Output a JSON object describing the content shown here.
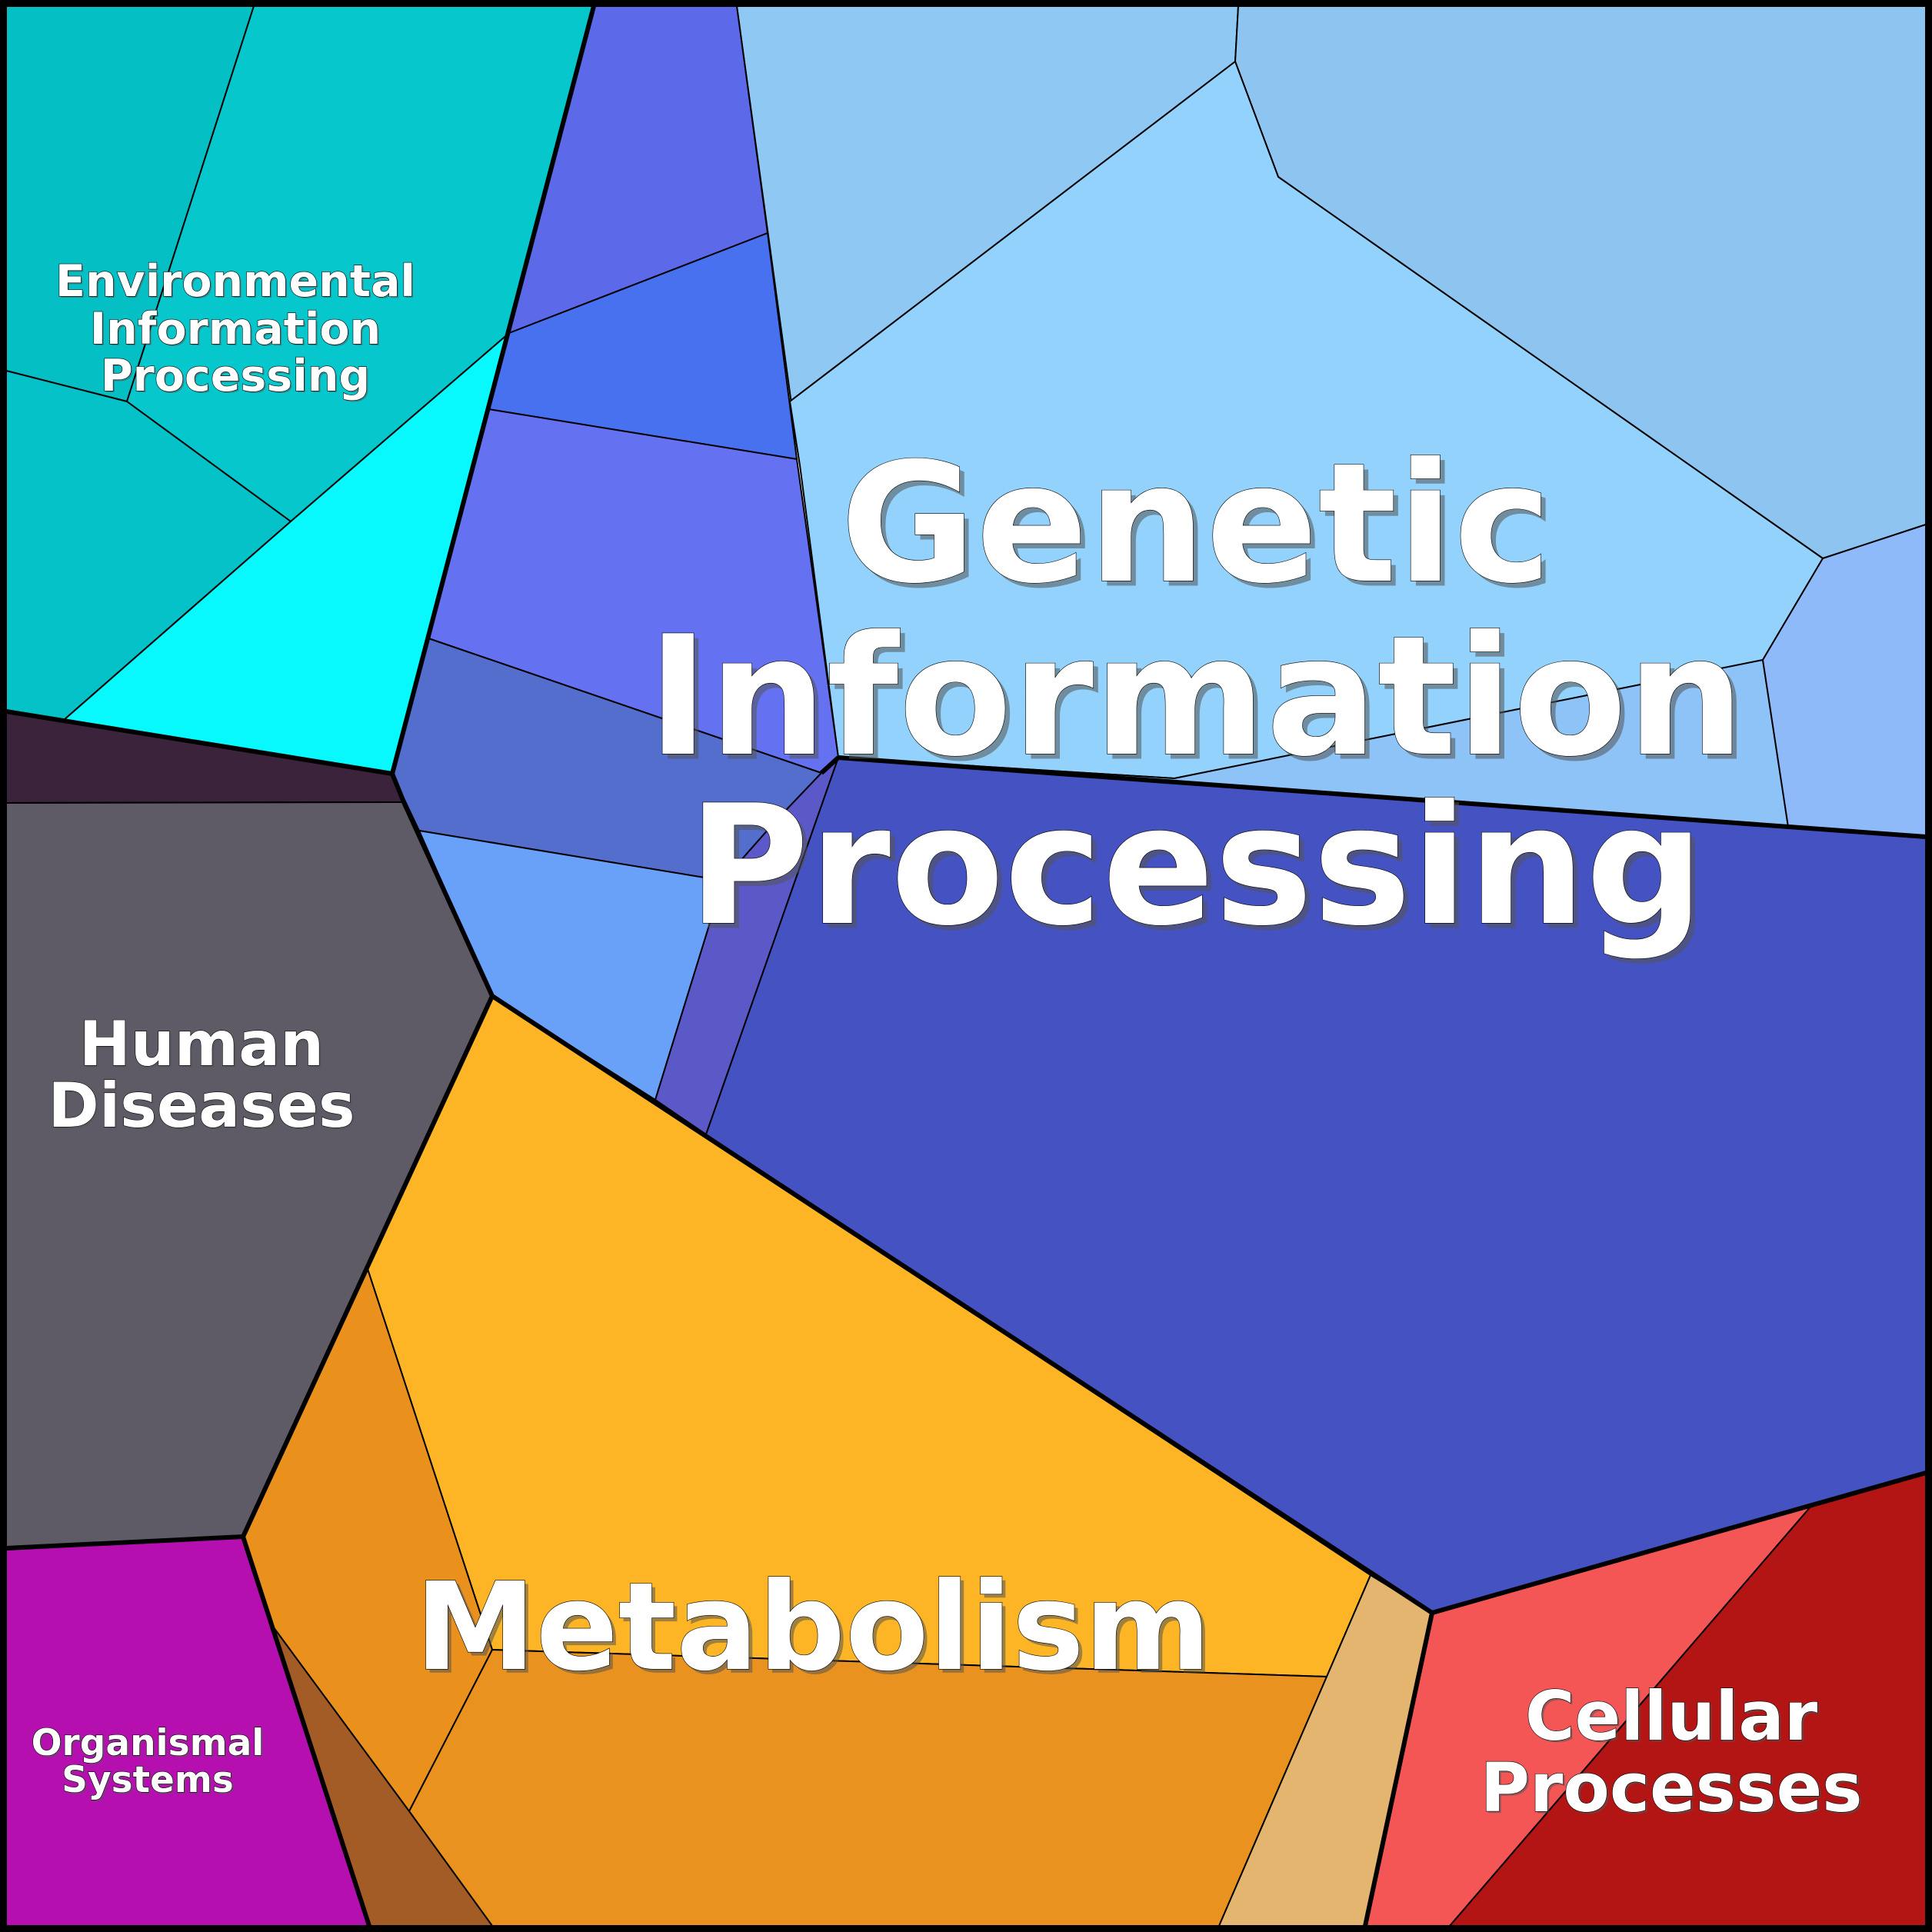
{
  "diagram": {
    "type": "voronoi-treemap",
    "categories": [
      {
        "key": "gip",
        "label_lines": [
          "Genetic",
          "Information",
          "Processing"
        ],
        "colors": [
          "#90c8f4",
          "#8ec5f0",
          "#93d2fc",
          "#8ec3f7",
          "#8fbafa",
          "#5c69e8",
          "#4771ef",
          "#6472f2",
          "#546ecd",
          "#6aa1f8",
          "#5a59c7",
          "#4552c2"
        ]
      },
      {
        "key": "env",
        "label_lines": [
          "Environmental",
          "Information",
          "Processing"
        ],
        "colors": [
          "#04bfc4",
          "#05c7cc",
          "#04c2c7",
          "#07f8fd"
        ]
      },
      {
        "key": "human",
        "label_lines": [
          "Human",
          "Diseases"
        ],
        "colors": [
          "#3b233b",
          "#5e5a66"
        ]
      },
      {
        "key": "metabolism",
        "label_lines": [
          "Metabolism"
        ],
        "colors": [
          "#fdb526",
          "#ea911d",
          "#ea921f",
          "#a45c26",
          "#e3b56e"
        ]
      },
      {
        "key": "cellular",
        "label_lines": [
          "Cellular",
          "Processes"
        ],
        "colors": [
          "#f45656",
          "#b31414"
        ]
      },
      {
        "key": "organismal",
        "label_lines": [
          "Organismal",
          "Systems"
        ],
        "colors": [
          "#b50fb0"
        ]
      }
    ]
  }
}
